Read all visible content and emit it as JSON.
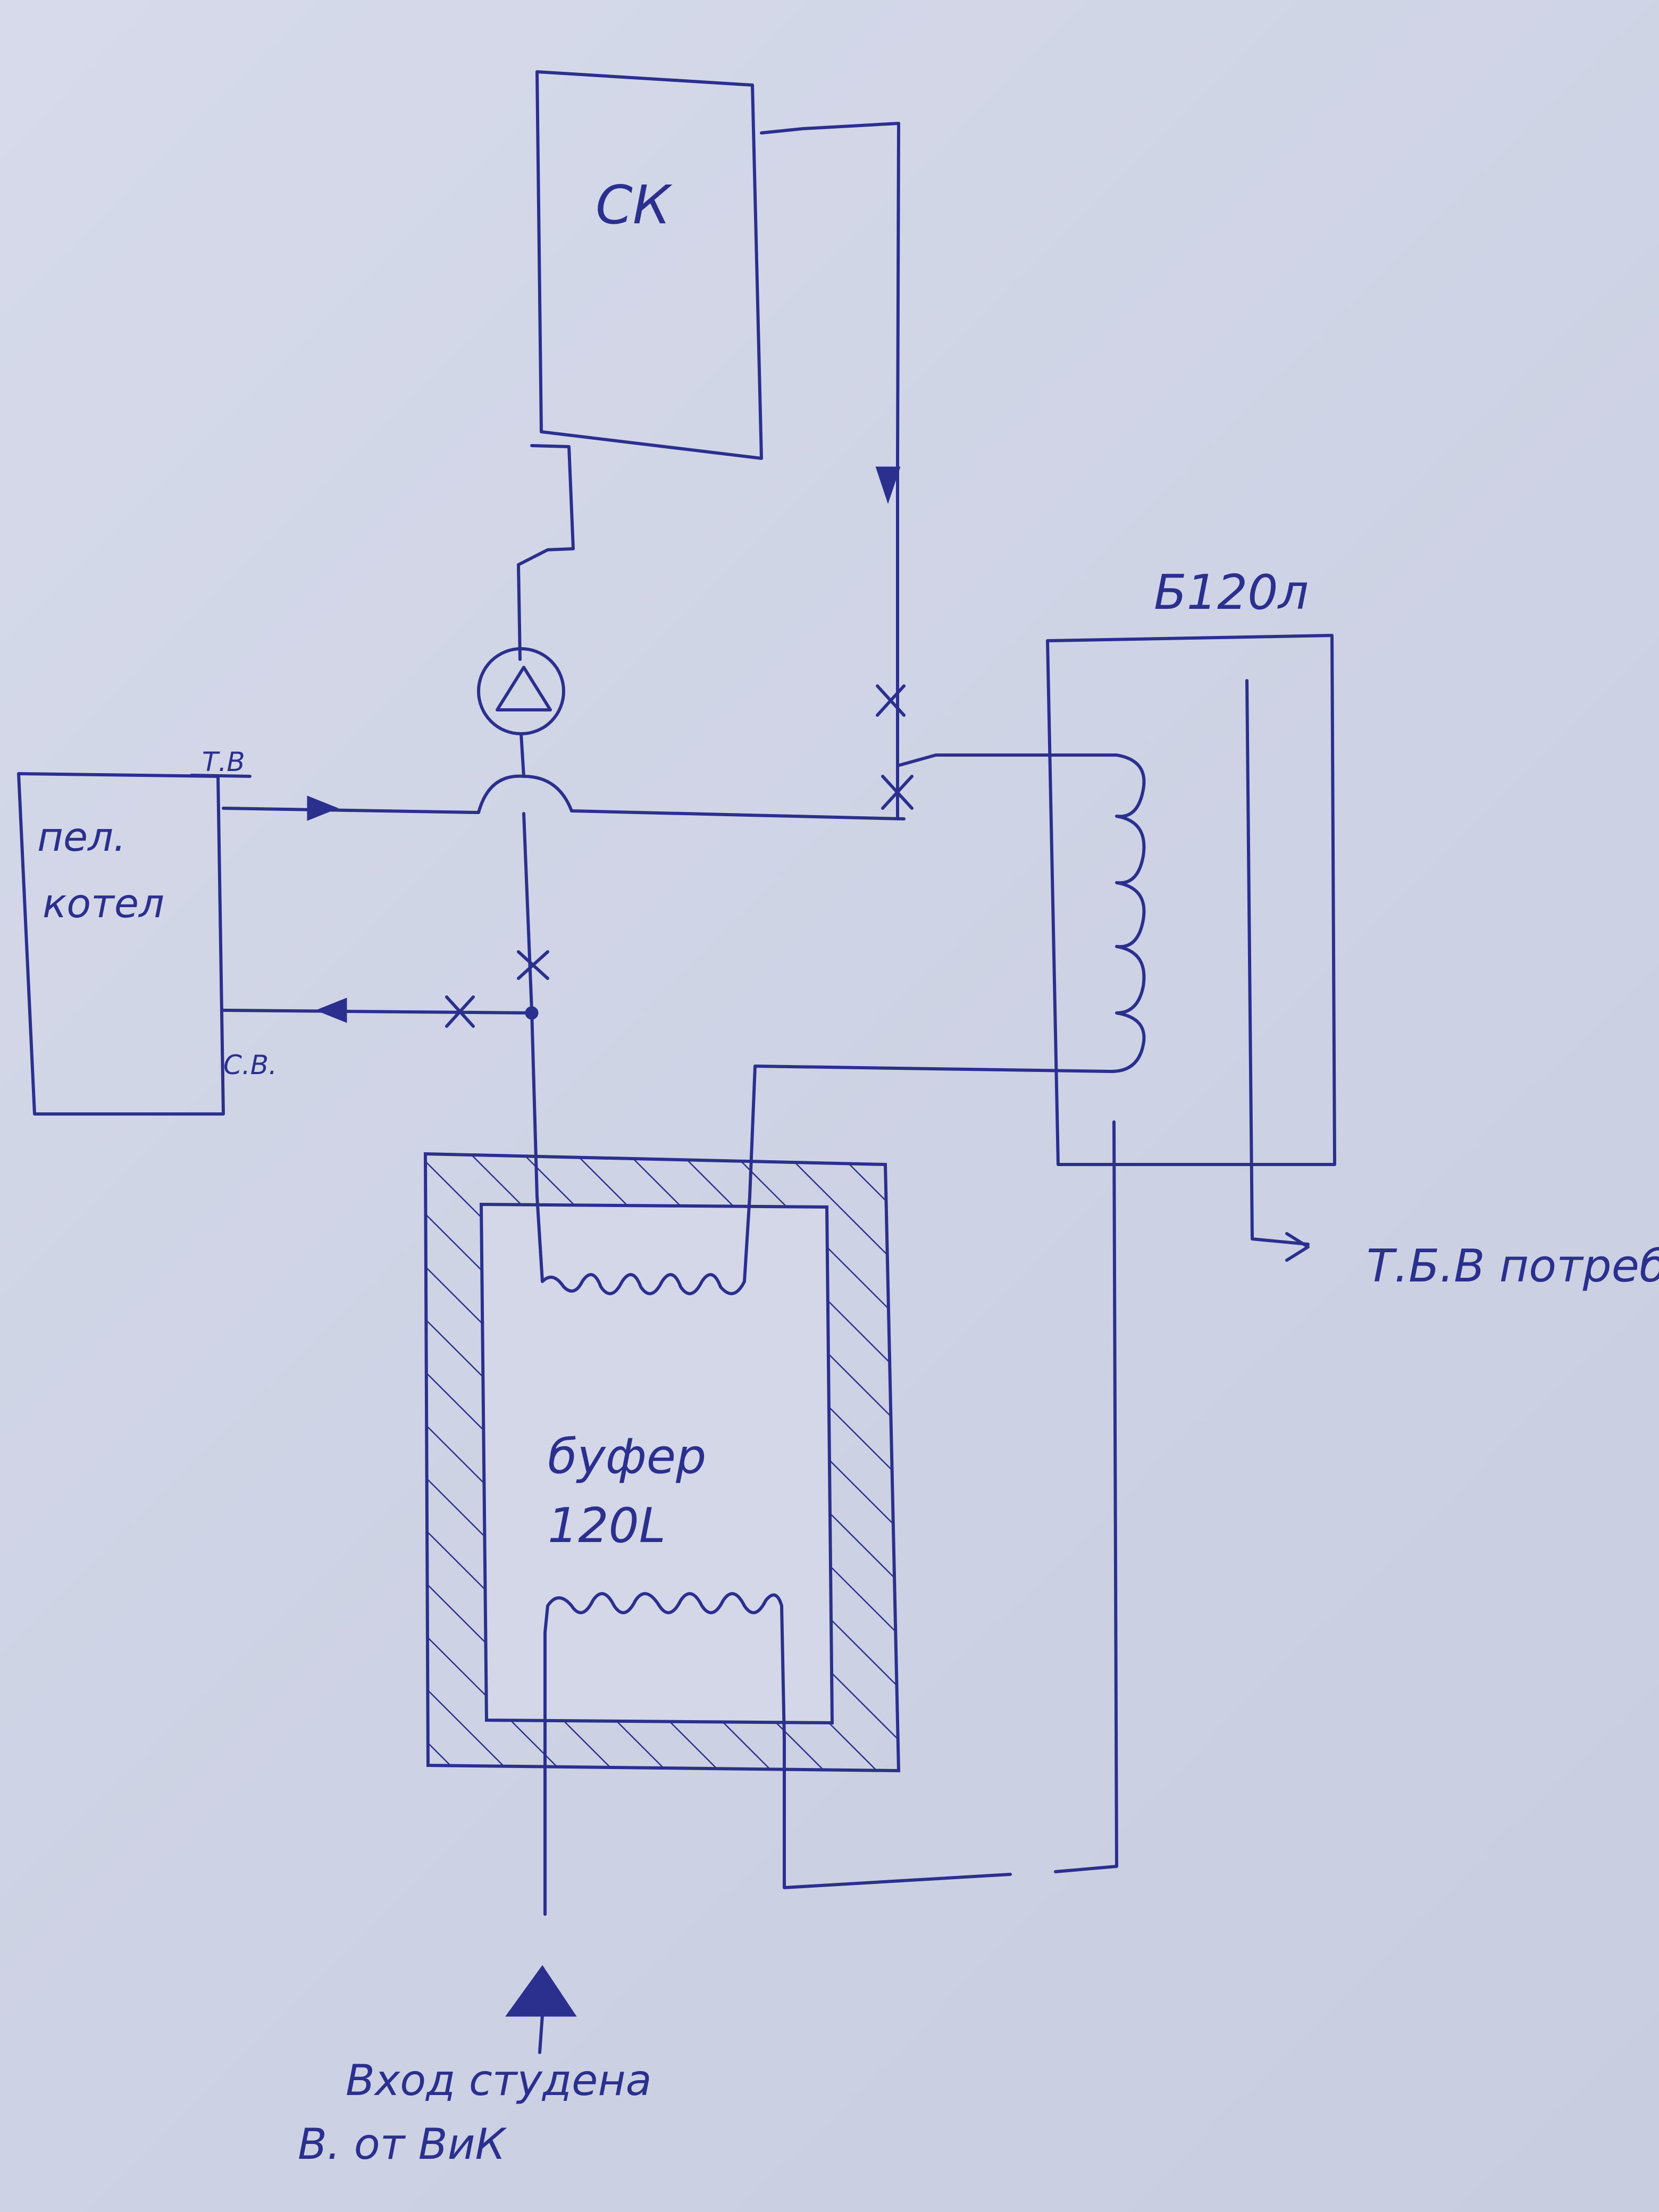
{
  "labels": {
    "solar_collector": "СК",
    "boiler_tank": "Б120л",
    "pellet_boiler_line1": "пел.",
    "pellet_boiler_line2": "котел",
    "hot_water_tag": "Т.В",
    "cold_water_tag": "С.В.",
    "buffer_line1": "буфер",
    "buffer_line2": "120L",
    "hot_domestic_water": "Т.Б.В потреби",
    "inlet_line1": "Вход студена",
    "inlet_line2": "В. от ВиК"
  },
  "ink_color": "#2b2f8e",
  "paper_color": "#d3d7e8"
}
